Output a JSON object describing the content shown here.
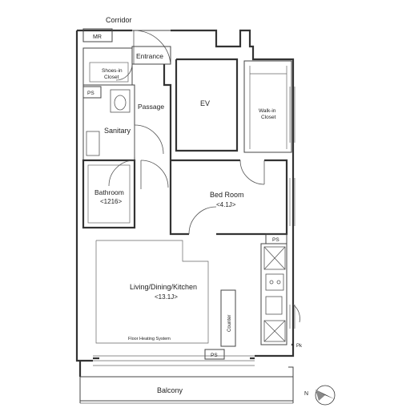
{
  "plan": {
    "labels": {
      "corridor": "Corridor",
      "mr": "MR",
      "entrance": "Entrance",
      "shoes_in_closet_1": "Shoes-in",
      "shoes_in_closet_2": "Closet",
      "ps_top": "PS",
      "passage": "Passage",
      "sanitary": "Sanitary",
      "ev": "EV",
      "walk_in_closet_1": "Walk-in",
      "walk_in_closet_2": "Closet",
      "bathroom": "Bathroom",
      "bathroom_size": "<1216>",
      "bed_room": "Bed Room",
      "bed_room_size": "<4.1J>",
      "ps_right": "PS",
      "living": "Living/Dining/Kitchen",
      "living_size": "<13.1J>",
      "counter": "Counter",
      "floor_heating": "Floor Heating System",
      "ps_bottom": "PS",
      "pk": "Pk",
      "balcony": "Balcony",
      "north": "N"
    },
    "colors": {
      "wall": "#333333",
      "line": "#555555",
      "text": "#222222"
    }
  }
}
